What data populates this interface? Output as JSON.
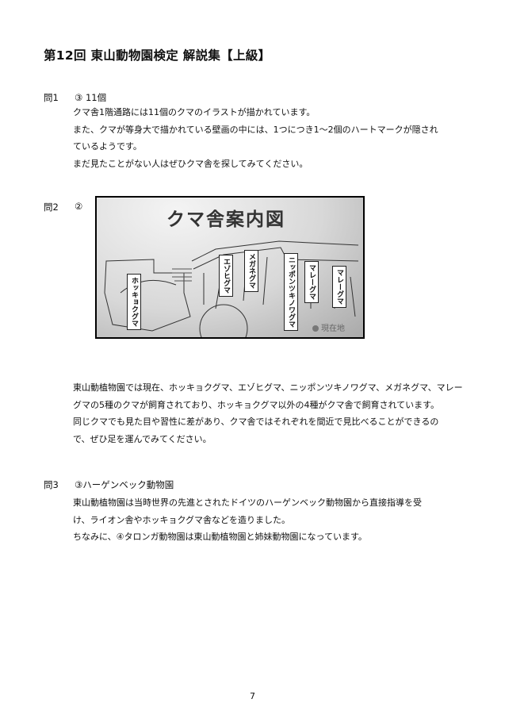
{
  "title": {
    "text": "第12回 東山動物園検定 解説集【上級】"
  },
  "q1": {
    "label": "問1",
    "answer": "③ 11個",
    "lines": [
      "クマ舎1階通路には11個のクマのイラストが描かれています。",
      "また、クマが等身大で描かれている壁画の中には、1つにつき1～2個のハートマークが隠され",
      "ているようです。",
      "まだ見たことがない人はぜひクマ舎を探してみてください。"
    ]
  },
  "q2": {
    "label": "問2",
    "answer": "②",
    "map": {
      "title": "クマ舎案内図",
      "labels": [
        "ホッキョクグマ",
        "エゾヒグマ",
        "メガネグマ",
        "ニッポンツキノワグマ",
        "マレーグマ",
        "マレーグマ"
      ],
      "here": "現在地"
    },
    "lines": [
      "東山動植物園では現在、ホッキョクグマ、エゾヒグマ、ニッポンツキノワグマ、メガネグマ、マレー",
      "グマの5種のクマが飼育されており、ホッキョクグマ以外の4種がクマ舎で飼育されています。",
      "同じクマでも見た目や習性に差があり、クマ舎ではそれぞれを間近で見比べることができるの",
      "で、ぜひ足を運んでみてください。"
    ]
  },
  "q3": {
    "label": "問3",
    "answer": "③ハーゲンベック動物園",
    "lines": [
      "東山動植物園は当時世界の先進とされたドイツのハーゲンベック動物園から直接指導を受",
      "け、ライオン舎やホッキョクグマ舎などを造りました。",
      "ちなみに、④タロンガ動物園は東山動植物園と姉妹動物園になっています。"
    ]
  },
  "page_number": "7"
}
